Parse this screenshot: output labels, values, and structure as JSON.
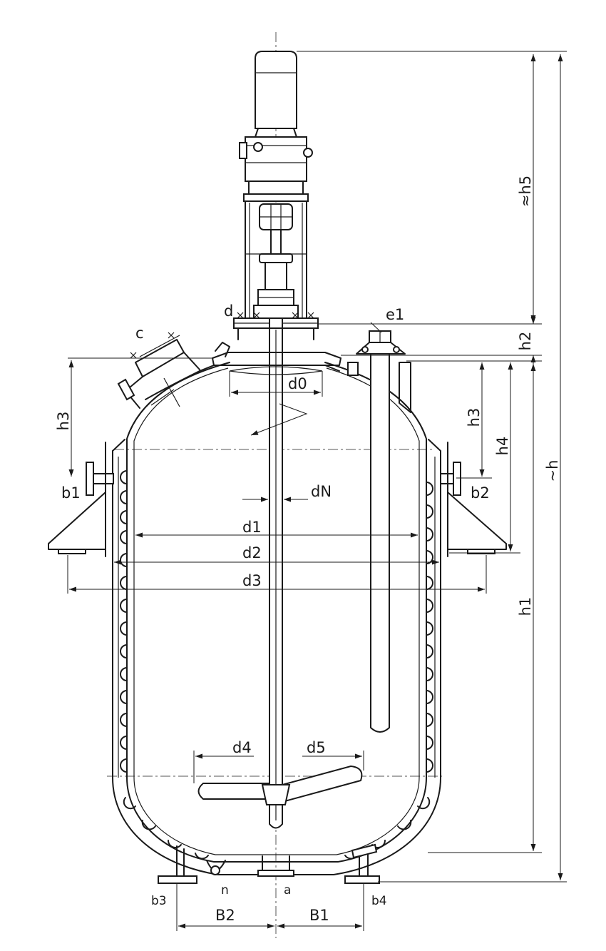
{
  "labels": {
    "h5": "≈h5",
    "h2": "h2",
    "h": "~h",
    "h3_left": "h3",
    "h3_right": "h3",
    "h4": "h4",
    "h1": "h1",
    "d": "d",
    "c": "c",
    "e1": "e1",
    "d0": "d0",
    "dN": "dN",
    "d1": "d1",
    "d2": "d2",
    "d3": "d3",
    "d4": "d4",
    "d5": "d5",
    "b1": "b1",
    "b2": "b2",
    "b3": "b3",
    "b4": "b4",
    "n": "n",
    "a": "a",
    "B1": "B1",
    "B2": "B2"
  }
}
